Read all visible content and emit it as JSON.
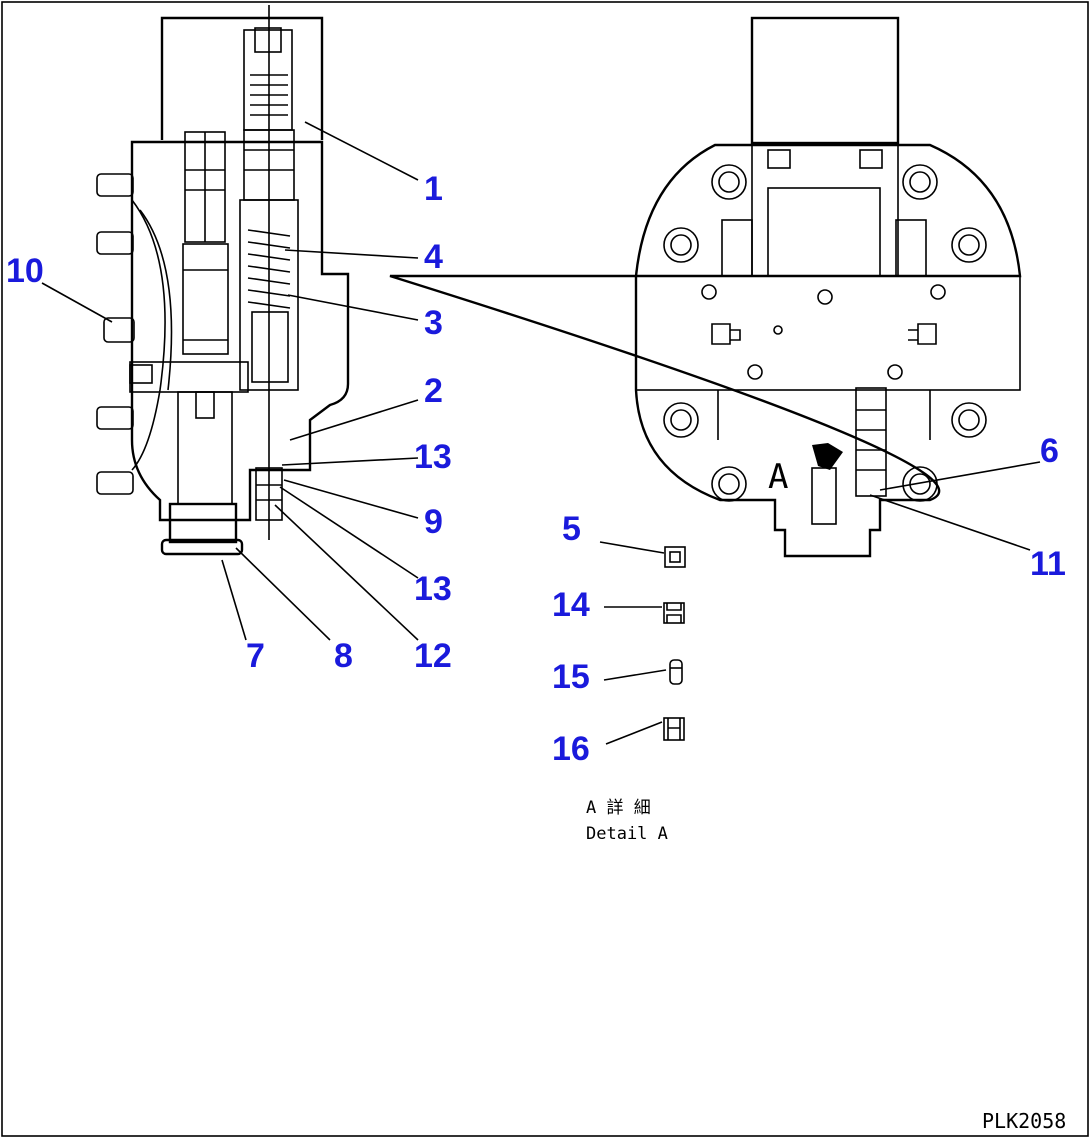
{
  "callouts": {
    "c1": "1",
    "c2": "2",
    "c3": "3",
    "c4": "4",
    "c5": "5",
    "c6": "6",
    "c7": "7",
    "c8": "8",
    "c9": "9",
    "c10": "10",
    "c11": "11",
    "c12": "12",
    "c13a": "13",
    "c13b": "13",
    "c14": "14",
    "c15": "15",
    "c16": "16"
  },
  "view_label": "A",
  "detail": {
    "line1": "A 詳 細",
    "line2": "Detail A"
  },
  "drawing_code": "PLK2058",
  "colors": {
    "callout": "#1a1adc",
    "line": "#000000",
    "background": "#ffffff"
  }
}
